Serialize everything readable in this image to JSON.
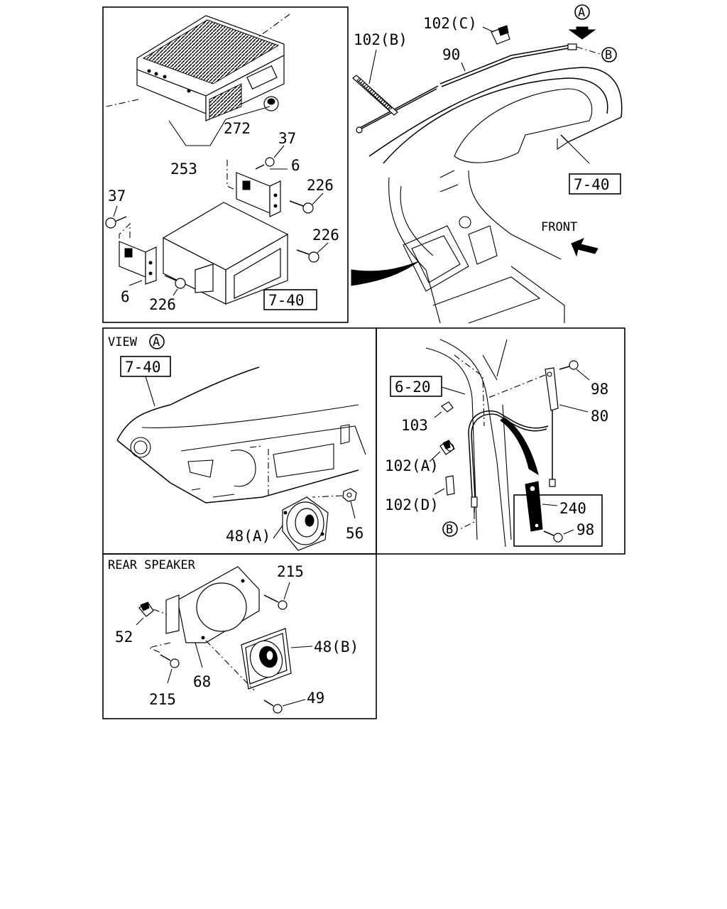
{
  "panels": {
    "audio_unit": {
      "labels": {
        "p102b": "102(B)",
        "p102c": "102(C)",
        "p90": "90",
        "p272": "272",
        "p253": "253",
        "p37_right": "37",
        "p6_right": "6",
        "p226_upper": "226",
        "p37_left": "37",
        "p226_mid": "226",
        "p6_left": "6",
        "p226_lower": "226",
        "ref_bracket": "7-40",
        "ref_dash": "7-40",
        "front": "FRONT"
      },
      "markers": {
        "view": "A",
        "connector": "B"
      }
    },
    "view_a": {
      "title": "VIEW",
      "title_marker": "A",
      "labels": {
        "ref_panel": "7-40",
        "p48a": "48(A)",
        "p56": "56"
      }
    },
    "antenna": {
      "labels": {
        "ref_pillar": "6-20",
        "p98_upper": "98",
        "p80": "80",
        "p103": "103",
        "p102a": "102(A)",
        "p102d": "102(D)",
        "p240": "240",
        "p98_lower": "98"
      },
      "markers": {
        "connector": "B"
      }
    },
    "rear_speaker": {
      "title": "REAR SPEAKER",
      "labels": {
        "p215_upper": "215",
        "p52": "52",
        "p48b": "48(B)",
        "p68": "68",
        "p215_lower": "215",
        "p49": "49"
      }
    }
  }
}
